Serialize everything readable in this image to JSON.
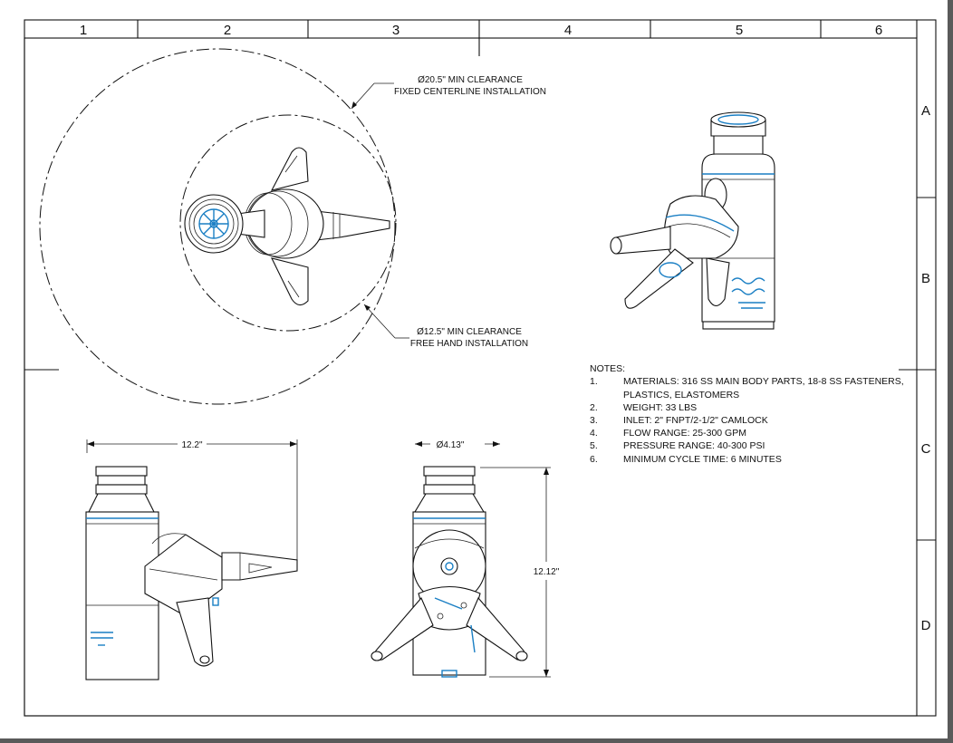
{
  "drawing": {
    "zones_top": [
      "1",
      "2",
      "3",
      "4",
      "5",
      "6"
    ],
    "zones_side": [
      "A",
      "B",
      "C",
      "D"
    ],
    "clearance_large": {
      "line1": "Ø20.5\" MIN CLEARANCE",
      "line2": "FIXED CENTERLINE INSTALLATION"
    },
    "clearance_small": {
      "line1": "Ø12.5\" MIN CLEARANCE",
      "line2": "FREE HAND INSTALLATION"
    },
    "dim_width": "12.2\"",
    "dim_diameter": "Ø4.13\"",
    "dim_height": "12.12\""
  },
  "notes": {
    "title": "NOTES:",
    "items": [
      {
        "num": "1.",
        "lines": [
          "MATERIALS: 316 SS MAIN BODY PARTS, 18-8 SS FASTENERS,",
          "PLASTICS, ELASTOMERS"
        ]
      },
      {
        "num": "2.",
        "lines": [
          "WEIGHT: 33 LBS"
        ]
      },
      {
        "num": "3.",
        "lines": [
          "INLET: 2\" FNPT/2-1/2\" CAMLOCK"
        ]
      },
      {
        "num": "4.",
        "lines": [
          "FLOW RANGE: 25-300 GPM"
        ]
      },
      {
        "num": "5.",
        "lines": [
          "PRESSURE RANGE: 40-300 PSI"
        ]
      },
      {
        "num": "6.",
        "lines": [
          "MINIMUM CYCLE TIME: 6 MINUTES"
        ]
      }
    ]
  }
}
